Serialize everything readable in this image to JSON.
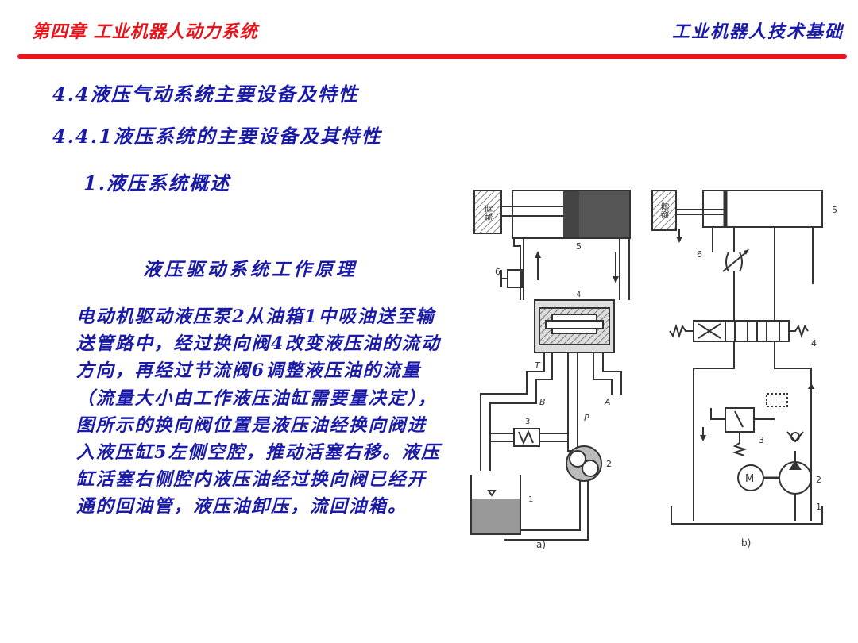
{
  "header": {
    "chapter": "第四章 工业机器人动力系统",
    "course": "工业机器人技术基础"
  },
  "colors": {
    "accent_red": "#e8141b",
    "heading_blue": "#1a1aa8",
    "body_blue": "#1a1aa8",
    "ink": "#333333"
  },
  "content": {
    "section": "4.4液压气动系统主要设备及特性",
    "subsection": "4.4.1液压系统的主要设备及其特性",
    "item": "1.液压系统概述",
    "subtitle": "液压驱动系统工作原理",
    "paragraph": "电动机驱动液压泵2从油箱1中吸油送至输送管路中，经过换向阀4改变液压油的流动方向，再经过节流阀6调整液压油的流量（流量大小由工作液压油缸需要量决定），图所示的换向阀位置是液压油经换向阀进入液压缸5左侧空腔，推动活塞右移。液压缸活塞右侧腔内液压油经过换向阀已经开通的回油管，液压油卸压，流回油箱。"
  },
  "figure": {
    "labels_a": [
      "载荷",
      "5",
      "6",
      "4",
      "T",
      "B",
      "A",
      "3",
      "P",
      "2",
      "1"
    ],
    "labels_b": [
      "载荷",
      "5",
      "6",
      "4",
      "3",
      "M",
      "2",
      "1"
    ],
    "caption_a": "a)",
    "caption_b": "b)"
  }
}
